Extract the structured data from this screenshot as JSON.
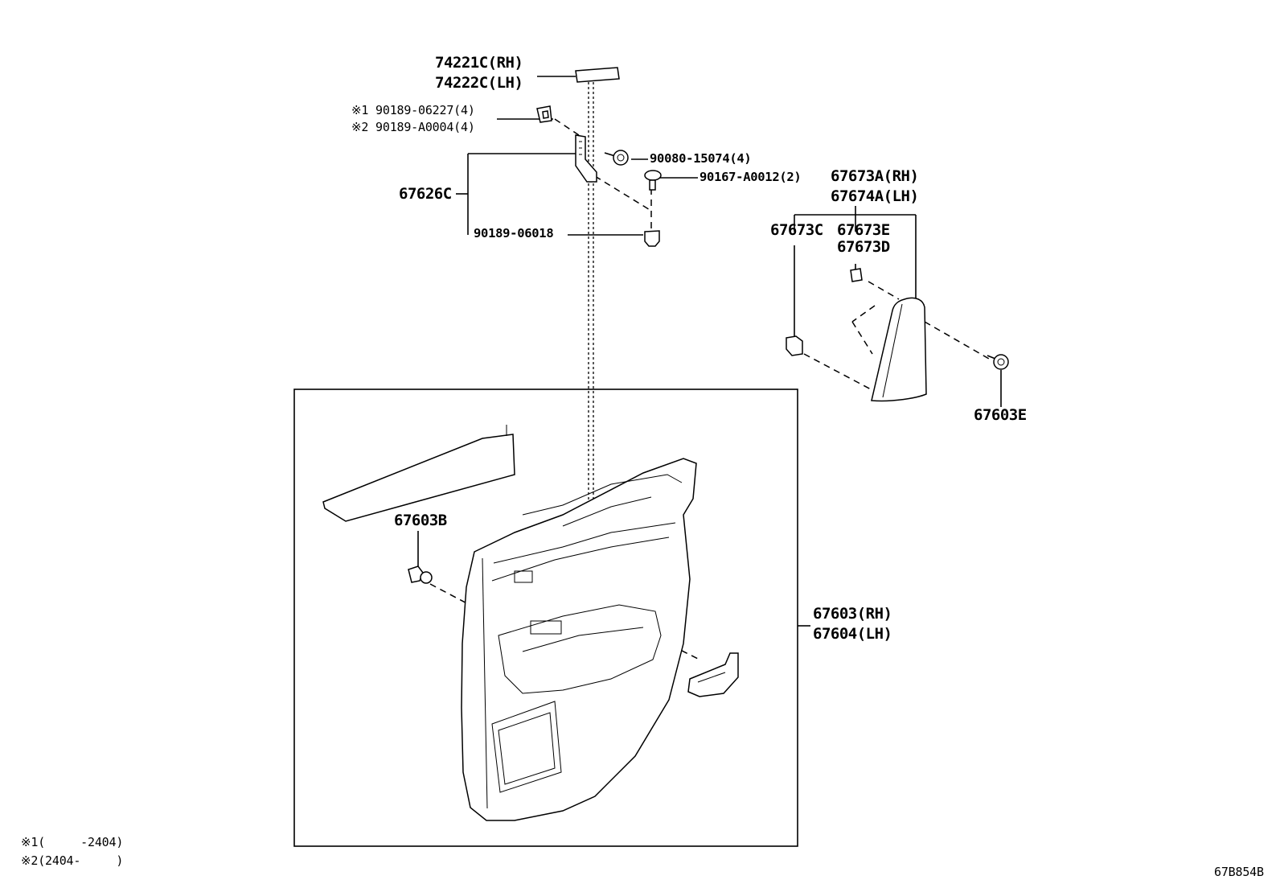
{
  "labels": {
    "p74221c": "74221C(RH)",
    "p74222c": "74222C(LH)",
    "p90189_06227": "※1 90189-06227(4)",
    "p90189_a0004": "※2 90189-A0004(4)",
    "p90080": "90080-15074(4)",
    "p90167": "90167-A0012(2)",
    "p67626c": "67626C",
    "p90189_06018": "90189-06018",
    "p67673a": "67673A(RH)",
    "p67674a": "67674A(LH)",
    "p67673c": "67673C",
    "p67673e": "67673E",
    "p67673d": "67673D",
    "p67603e": "67603E",
    "p67603b": "67603B",
    "p67603": "67603(RH)",
    "p67604": "67604(LH)"
  },
  "notes": {
    "note1": "※1(     -2404)",
    "note2": "※2(2404-     )"
  },
  "diagram_id": "67B854B"
}
